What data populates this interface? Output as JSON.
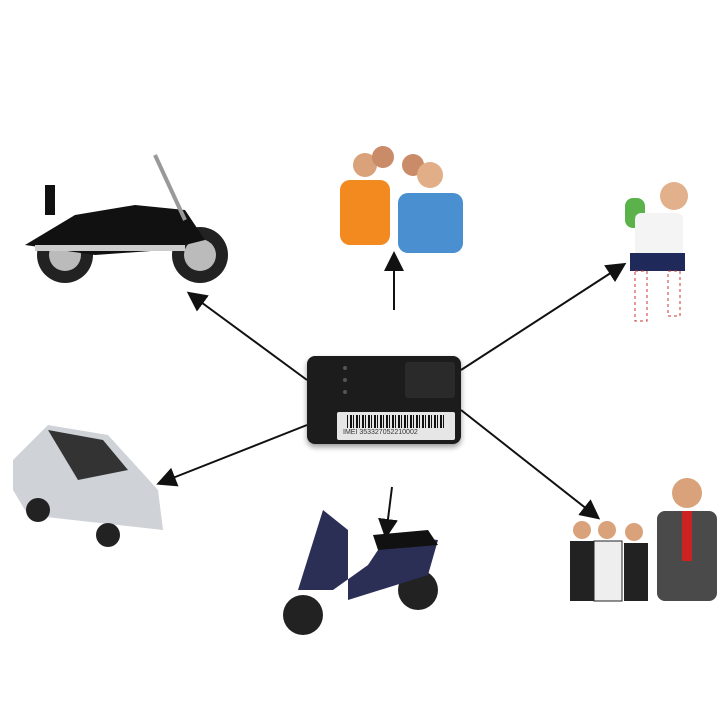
{
  "device": {
    "imei_label": "IMEI 353327052210002"
  },
  "targets": [
    "motorcycle",
    "family",
    "child",
    "car",
    "scooter",
    "business-people"
  ],
  "colors": {
    "arrow": "#111111",
    "device": "#1c1c1c"
  }
}
